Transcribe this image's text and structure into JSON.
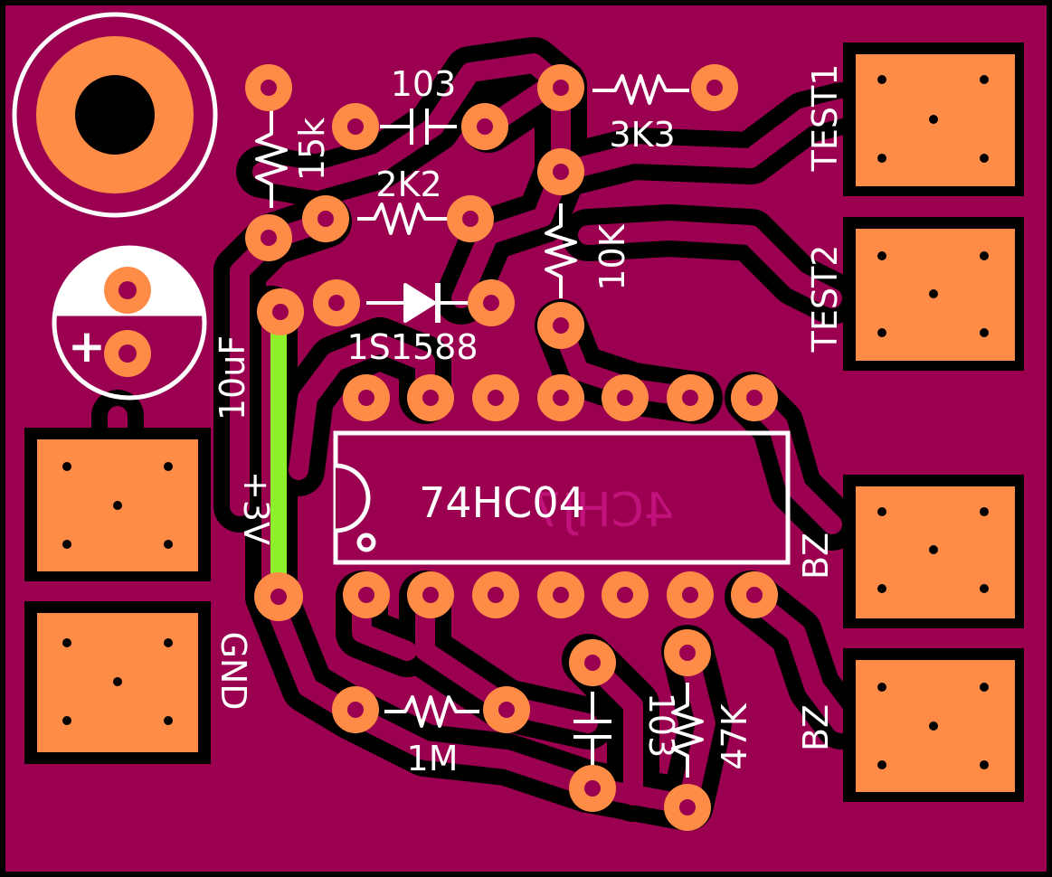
{
  "colors": {
    "board": "#9b0050",
    "trace_gap": "#000000",
    "pad": "#ff8c46",
    "silk": "#ffffff",
    "jumper": "#8ef02a",
    "bottom_text": "#c0127a"
  },
  "labels": {
    "cap_c1": "103",
    "res_r2": "3K3",
    "res_r1": "15k",
    "res_r3": "2K2",
    "res_r4": "10K",
    "diode_d1": "1S1588",
    "cap_elec": "10uF",
    "power_plus": "+3V",
    "ground": "GND",
    "ic": "74HC04",
    "ic_mirror": "4CHJ7",
    "res_r5": "1M",
    "cap_c2": "103",
    "res_r6": "47K",
    "test1": "TEST1",
    "test2": "TEST2",
    "bz1": "BZ",
    "bz2": "BZ",
    "elec_polarity": "+"
  }
}
